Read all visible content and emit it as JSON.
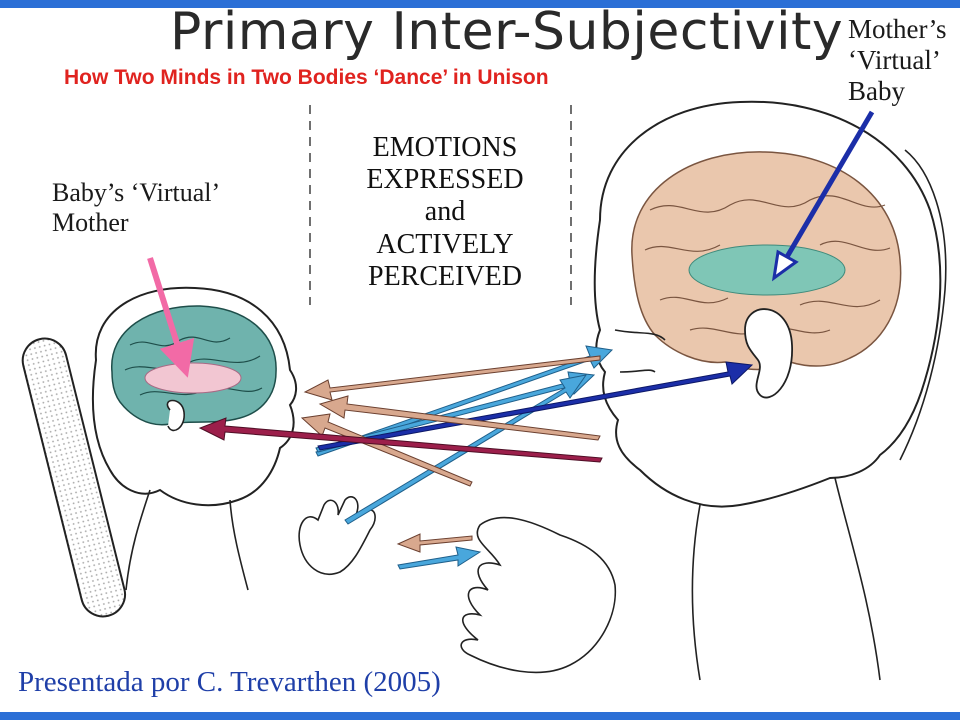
{
  "title": "Primary Inter-Subjectivity",
  "subtitle": "How Two Minds in Two Bodies ‘Dance’ in Unison",
  "labels": {
    "mother_virtual_baby": "Mother’s\n‘Virtual’\nBaby",
    "baby_virtual_mother": "Baby’s ‘Virtual’\nMother",
    "emotions": [
      "EMOTIONS",
      "EXPRESSED",
      "and",
      "ACTIVELY",
      "PERCEIVED"
    ]
  },
  "credit": "Presentada por C. Trevarthen (2005)",
  "colors": {
    "accent_bar": "#2b6fd6",
    "subtitle": "#e0231f",
    "baby_brain": "#6fb3ad",
    "mother_brain": "#eac7ad",
    "baby_focus": "#f2c6d2",
    "mother_focus": "#7fc6b6",
    "arrow_pink": "#f26aa6",
    "arrow_navy": "#1b2ea8",
    "arrow_light_blue": "#49a7dc",
    "arrow_tan": "#d8a88e",
    "arrow_maroon": "#9c1f4b"
  }
}
